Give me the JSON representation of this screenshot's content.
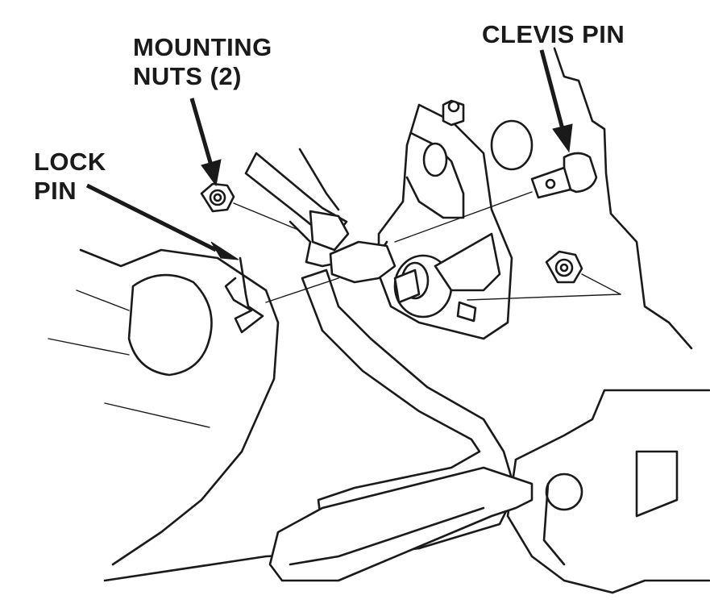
{
  "labels": {
    "mounting_nuts_line1": "MOUNTING",
    "mounting_nuts_line2": "NUTS (2)",
    "clevis_pin": "CLEVIS PIN",
    "lock_pin_line1": "LOCK",
    "lock_pin_line2": "PIN"
  },
  "colors": {
    "line": "#1a1a1a",
    "background": "#ffffff"
  }
}
